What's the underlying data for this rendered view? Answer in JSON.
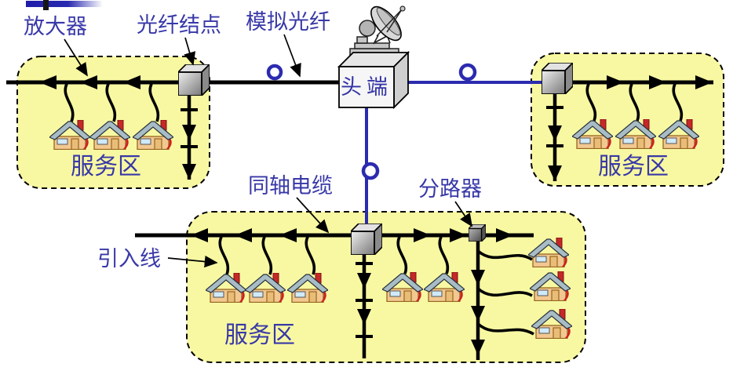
{
  "diagram": {
    "type": "HFC-network-topology",
    "labels": {
      "amplifier": "放大器",
      "fiber_node": "光纤结点",
      "analog_fiber": "模拟光纤",
      "headend": "头端",
      "coaxial_cable": "同轴电缆",
      "splitter": "分路器",
      "drop_line": "引入线",
      "service_area": "服务区"
    },
    "structure": {
      "service_areas": [
        {
          "position": "left",
          "label": "服务区",
          "houses": 3
        },
        {
          "position": "right",
          "label": "服务区",
          "houses": 3
        },
        {
          "position": "bottom",
          "label": "服务区",
          "houses": 8
        }
      ],
      "fiber_link_markers": 3,
      "headend_has_satellite_dish": true
    },
    "colors": {
      "label_text": "#3838a8",
      "fiber_line": "#2b2bb0",
      "coax_line": "#000000",
      "service_area_fill": "#f8f8a2",
      "service_area_border": "#000000",
      "node_front": "#c0c0c0",
      "house_body": "#f2c890",
      "house_roof": "#a8bcc6",
      "house_accent": "#cc2222",
      "accent_bar": "#1d1da8"
    }
  }
}
